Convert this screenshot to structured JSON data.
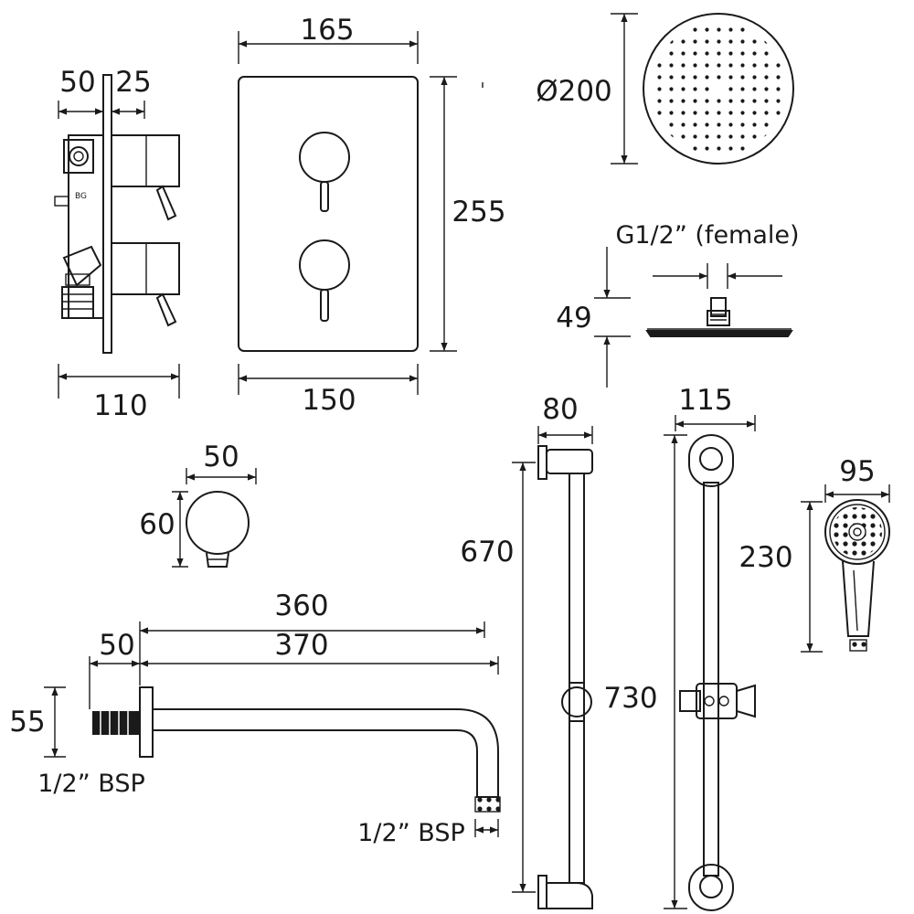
{
  "labels": {
    "valve_depth": "50",
    "valve_cover": "25",
    "valve_width": "110",
    "plate_top_width": "165",
    "plate_height": "255",
    "plate_bottom_width": "150",
    "head_diameter": "Ø200",
    "head_connection": "G1/2” (female)",
    "head_height": "49",
    "outlet_width": "50",
    "outlet_height": "60",
    "arm_length_inner": "360",
    "arm_length_outer": "370",
    "arm_flange": "50",
    "arm_height": "55",
    "arm_thread_left": "1/2” BSP",
    "arm_thread_right": "1/2” BSP",
    "rail_side_width": "80",
    "rail_side_length": "670",
    "rail_total_length": "730",
    "rail_front_width": "115",
    "handset_width": "95",
    "handset_length": "230"
  },
  "colors": {
    "ink": "#1a1a1a",
    "background": "#ffffff"
  }
}
